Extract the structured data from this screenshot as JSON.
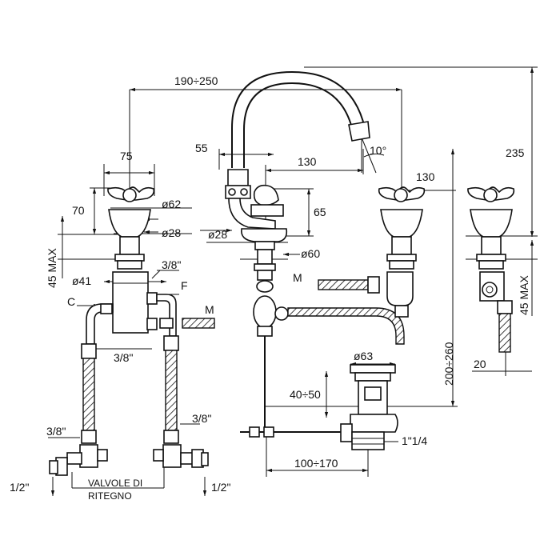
{
  "diagram": {
    "dimensions": {
      "spout_spread": "190÷250",
      "height_total": "235",
      "cross_width": "75",
      "cross_height": "70",
      "diam_62": "ø62",
      "diam_28_left": "ø28",
      "max_45_left": "45 MAX",
      "diam_41": "ø41",
      "thread_38_top": "3/8\"",
      "label_f": "F",
      "label_c": "C",
      "label_m_left": "M",
      "thread_38_mid": "3/8\"",
      "thread_38_hose_left": "3/8\"",
      "thread_38_hose_right": "3/8\"",
      "thread_12_left": "1/2\"",
      "thread_12_right": "1/2\"",
      "valve_label_1": "VALVOLE DI",
      "valve_label_2": "RITEGNO",
      "spout_55": "55",
      "spout_130": "130",
      "spout_angle": "10°",
      "spout_65": "65",
      "diam_28_center": "ø28",
      "diam_60": "ø60",
      "label_m_center": "M",
      "right_130": "130",
      "range_200_260": "200÷260",
      "diam_63": "ø63",
      "range_40_50": "40÷50",
      "waste_thread": "1\"1/4",
      "range_100_170": "100÷170",
      "right_45max": "45 MAX",
      "right_20": "20"
    }
  }
}
